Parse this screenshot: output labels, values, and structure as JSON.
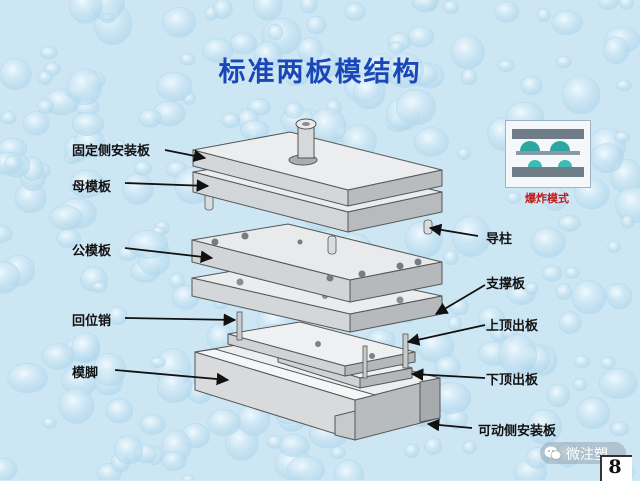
{
  "title": "标准两板模结构",
  "labels": {
    "fixed_clamp_plate": "固定侧安装板",
    "cavity_plate": "母模板",
    "core_plate": "公模板",
    "return_pin": "回位销",
    "mold_leg": "模脚",
    "guide_pillar": "导柱",
    "support_plate": "支撑板",
    "upper_ejector_plate": "上顶出板",
    "lower_ejector_plate": "下顶出板",
    "moving_clamp_plate": "可动侧安装板"
  },
  "inset": {
    "caption": "爆炸模式"
  },
  "watermark": {
    "text": "微注塑",
    "icon": "wechat-icon"
  },
  "page_number": "8"
}
